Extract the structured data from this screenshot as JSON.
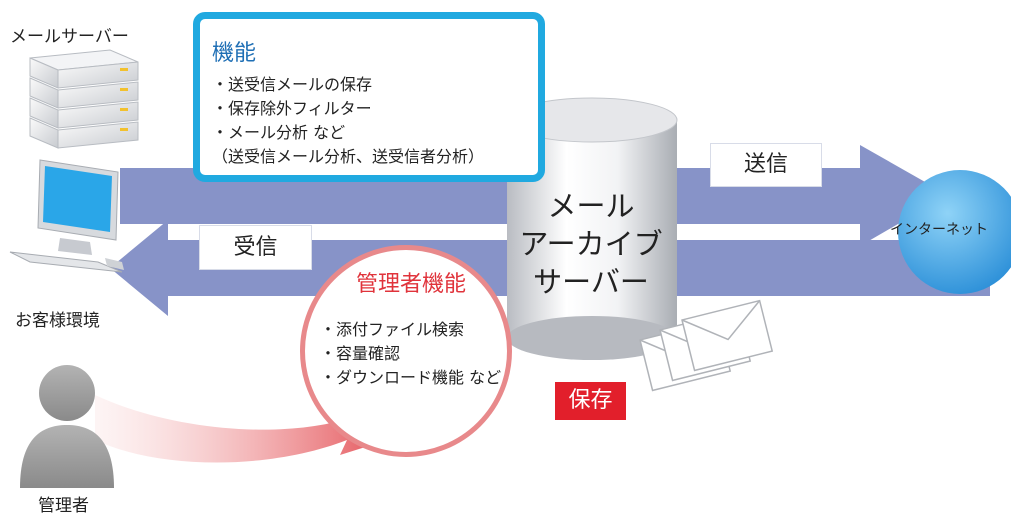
{
  "labels": {
    "mail_server": "メールサーバー",
    "customer_env": "お客様環境",
    "admin": "管理者",
    "internet": "インターネット",
    "send": "送信",
    "receive": "受信",
    "save": "保存"
  },
  "features": {
    "title": "機能",
    "items": [
      "・送受信メールの保存",
      "・保存除外フィルター",
      "・メール分析 など",
      "（送受信メール分析、送受信者分析）"
    ]
  },
  "archive_server": {
    "lines": [
      "メール",
      "アーカイブ",
      "サーバー"
    ]
  },
  "admin_features": {
    "title": "管理者機能",
    "items": [
      "・添付ファイル検索",
      "・容量確認",
      "・ダウンロード機能 など"
    ]
  },
  "colors": {
    "arrow": "#8793c8",
    "feature_border": "#20a9e0",
    "feature_title": "#1f6fb5",
    "admin_border": "#e8898b",
    "admin_title": "#e0333b",
    "save_badge": "#e21f2b",
    "globe": "#3aa6e6"
  }
}
